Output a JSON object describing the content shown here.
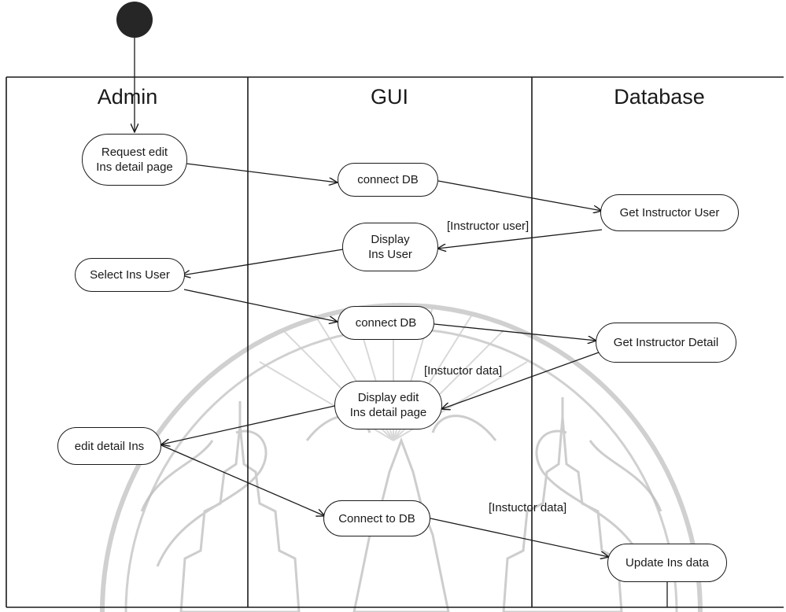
{
  "swimlanes": [
    {
      "id": "admin",
      "title": "Admin"
    },
    {
      "id": "gui",
      "title": "GUI"
    },
    {
      "id": "database",
      "title": "Database"
    }
  ],
  "activities": [
    {
      "id": "request-edit-ins-detail-page",
      "lane": "admin",
      "label": "Request edit\nIns detail page"
    },
    {
      "id": "connect-db-1",
      "lane": "gui",
      "label": "connect DB"
    },
    {
      "id": "get-instructor-user",
      "lane": "database",
      "label": "Get Instructor User"
    },
    {
      "id": "display-ins-user",
      "lane": "gui",
      "label": "Display\nIns User"
    },
    {
      "id": "select-ins-user",
      "lane": "admin",
      "label": "Select Ins User"
    },
    {
      "id": "connect-db-2",
      "lane": "gui",
      "label": "connect DB"
    },
    {
      "id": "get-instructor-detail",
      "lane": "database",
      "label": "Get Instructor Detail"
    },
    {
      "id": "display-edit-ins-detail-page",
      "lane": "gui",
      "label": "Display edit\nIns detail page"
    },
    {
      "id": "edit-detail-ins",
      "lane": "admin",
      "label": "edit detail Ins"
    },
    {
      "id": "connect-to-db",
      "lane": "gui",
      "label": "Connect to DB"
    },
    {
      "id": "update-ins-data",
      "lane": "database",
      "label": "Update Ins data"
    }
  ],
  "guards": [
    {
      "id": "guard-instructor-user",
      "text": "[Instructor user]"
    },
    {
      "id": "guard-instuctor-data-1",
      "text": "[Instuctor data]"
    },
    {
      "id": "guard-instuctor-data-2",
      "text": "[Instuctor data]"
    }
  ],
  "flows": [
    {
      "from": "start",
      "to": "request-edit-ins-detail-page"
    },
    {
      "from": "request-edit-ins-detail-page",
      "to": "connect-db-1"
    },
    {
      "from": "connect-db-1",
      "to": "get-instructor-user"
    },
    {
      "from": "get-instructor-user",
      "to": "display-ins-user",
      "guard": "[Instructor user]"
    },
    {
      "from": "display-ins-user",
      "to": "select-ins-user"
    },
    {
      "from": "select-ins-user",
      "to": "connect-db-2"
    },
    {
      "from": "connect-db-2",
      "to": "get-instructor-detail"
    },
    {
      "from": "get-instructor-detail",
      "to": "display-edit-ins-detail-page",
      "guard": "[Instuctor data]"
    },
    {
      "from": "display-edit-ins-detail-page",
      "to": "edit-detail-ins"
    },
    {
      "from": "edit-detail-ins",
      "to": "connect-to-db"
    },
    {
      "from": "connect-to-db",
      "to": "update-ins-data",
      "guard": "[Instuctor data]"
    }
  ],
  "colors": {
    "line": "#1a1a1a",
    "fill": "#ffffff",
    "watermark": "#b8b8b8"
  },
  "watermark": {
    "icon": "university-seal-watermark"
  }
}
